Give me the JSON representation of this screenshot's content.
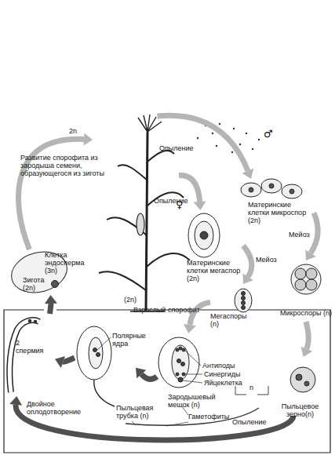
{
  "diagram": {
    "nodes": [
      {
        "text": [
          "(2n)",
          "Взрослый спорофит"
        ]
      },
      {
        "text": [
          "Материнские клетки микроспор (2n)"
        ]
      },
      {
        "text": [
          "Микроспоры (n)"
        ]
      },
      {
        "text": [
          "Пыльцевое зерно(n)"
        ]
      },
      {
        "text": [
          "Материнские клетки мегаспор (2n)"
        ]
      },
      {
        "text": [
          "Мегаспоры (n)"
        ]
      },
      {
        "text": [
          "Антиподы",
          "Синергиды",
          "Яйцеклетка",
          "Зародышевый мешок (n)"
        ]
      },
      {
        "text": [
          "Полярные ядра"
        ]
      },
      {
        "text": [
          "2 спермия"
        ]
      },
      {
        "text": [
          "Клетка эндосперма (3n)",
          "Зигота (2n)"
        ]
      }
    ],
    "edges": [
      {
        "from": 0,
        "to": 1,
        "label": "Опыление",
        "arrow": "to"
      },
      {
        "from": 0,
        "to": 4,
        "label": "Опыление",
        "arrow": "to"
      },
      {
        "from": 1,
        "to": 2,
        "label": "Мейоз",
        "arrow": "to"
      },
      {
        "from": 4,
        "to": 5,
        "label": "Мейоз",
        "arrow": "to"
      },
      {
        "from": 2,
        "to": 3,
        "arrow": "to"
      },
      {
        "from": 5,
        "to": 6,
        "arrow": "to"
      },
      {
        "from": 3,
        "to": 8,
        "label": "Опыление",
        "arrow": "to"
      },
      {
        "from": 6,
        "to": 7,
        "arrow": "to"
      },
      {
        "from": 7,
        "to": 8,
        "arrow": "to"
      },
      {
        "from": 8,
        "to": 9,
        "arrow": "to"
      },
      {
        "from": 9,
        "to": 0,
        "label": "Развитие спорофита из зародыша семени, образующегося из зиготы",
        "arrow": "to"
      }
    ],
    "labels": [
      "♂",
      "♀",
      "2n",
      "Двойное оплодотворение",
      "Пыльцевая трубка (n)",
      "Гаметофиты",
      "n"
    ]
  }
}
